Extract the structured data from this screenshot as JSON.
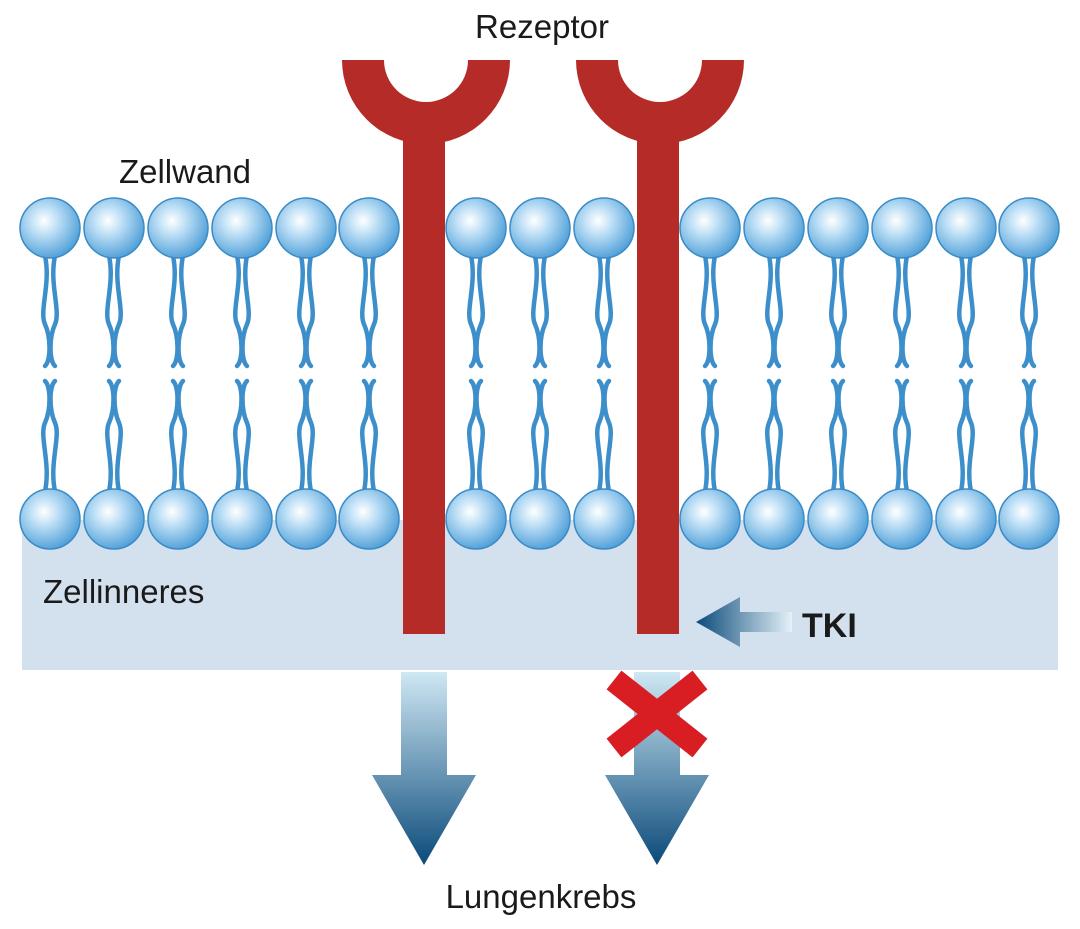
{
  "labels": {
    "receptor": "Rezeptor",
    "cell_wall": "Zellwand",
    "cell_interior": "Zellinneres",
    "tki": "TKI",
    "lung_cancer": "Lungenkrebs"
  },
  "colors": {
    "receptor": "#b52b27",
    "lipid_head": "#5aa6dc",
    "lipid_tail": "#3d8fcb",
    "interior": "#d3e0ed",
    "arrow_dark": "#0b4a7a",
    "arrow_light": "#cfe8f4",
    "block_x": "#d81e23"
  },
  "icons": {
    "block_mark": "x-mark",
    "signal_arrow": "down-arrow",
    "inhibitor_arrow": "left-arrow"
  }
}
